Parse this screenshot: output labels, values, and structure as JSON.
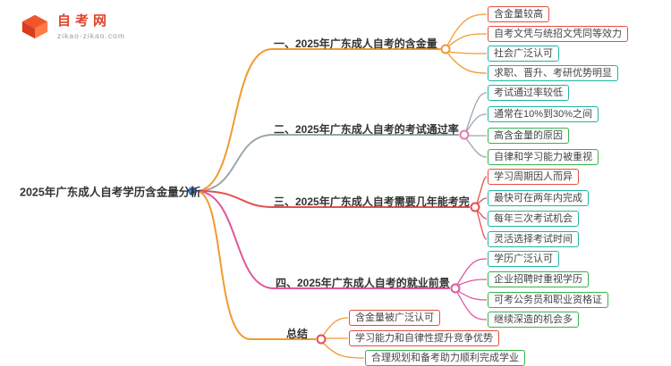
{
  "logo": {
    "name": "自考网",
    "domain": "zikao-zikao.com"
  },
  "root": {
    "label": "2025年广东成人自考学历含金量分析",
    "dot_color": "#4a89dc"
  },
  "colors": {
    "orange": "#f09b2f",
    "gray": "#9aa7ad",
    "red": "#e4504e",
    "magenta": "#e1559d",
    "box_red": "#e74c3c",
    "box_teal": "#1fb5a2",
    "box_green": "#35b44a"
  },
  "branches": [
    {
      "label": "一、2025年广东成人自考的含金量",
      "color": "#f09b2f",
      "node_color": "#f09b2f",
      "children": [
        {
          "label": "含金量较高",
          "border": "#e74c3c"
        },
        {
          "label": "自考文凭与统招文凭同等效力",
          "border": "#e74c3c"
        },
        {
          "label": "社会广泛认可",
          "border": "#1fb5a2"
        },
        {
          "label": "求职、晋升、考研优势明显",
          "border": "#1fb5a2"
        }
      ]
    },
    {
      "label": "二、2025年广东成人自考的考试通过率",
      "color": "#9aa7ad",
      "node_color": "#e878ad",
      "children": [
        {
          "label": "考试通过率较低",
          "border": "#1fb5a2"
        },
        {
          "label": "通常在10%到30%之间",
          "border": "#1fb5a2"
        },
        {
          "label": "高含金量的原因",
          "border": "#35b44a"
        },
        {
          "label": "自律和学习能力被重视",
          "border": "#35b44a"
        }
      ]
    },
    {
      "label": "三、2025年广东成人自考需要几年能考完",
      "color": "#e4504e",
      "node_color": "#e4504e",
      "children": [
        {
          "label": "学习周期因人而异",
          "border": "#e74c3c"
        },
        {
          "label": "最快可在两年内完成",
          "border": "#1fb5a2"
        },
        {
          "label": "每年三次考试机会",
          "border": "#1fb5a2"
        },
        {
          "label": "灵活选择考试时间",
          "border": "#1fb5a2"
        }
      ]
    },
    {
      "label": "四、2025年广东成人自考的就业前景",
      "color": "#e1559d",
      "node_color": "#e1559d",
      "children": [
        {
          "label": "学历广泛认可",
          "border": "#1fb5a2"
        },
        {
          "label": "企业招聘时重视学历",
          "border": "#35b44a"
        },
        {
          "label": "可考公务员和职业资格证",
          "border": "#35b44a"
        },
        {
          "label": "继续深造的机会多",
          "border": "#35b44a"
        }
      ]
    },
    {
      "label": "总结",
      "color": "#f09b2f",
      "node_color": "#e4504e",
      "children": [
        {
          "label": "含金量被广泛认可",
          "border": "#e74c3c"
        },
        {
          "label": "学习能力和自律性提升竞争优势",
          "border": "#e74c3c"
        },
        {
          "label": "合理规划和备考助力顺利完成学业",
          "border": "#35b44a"
        }
      ]
    }
  ]
}
